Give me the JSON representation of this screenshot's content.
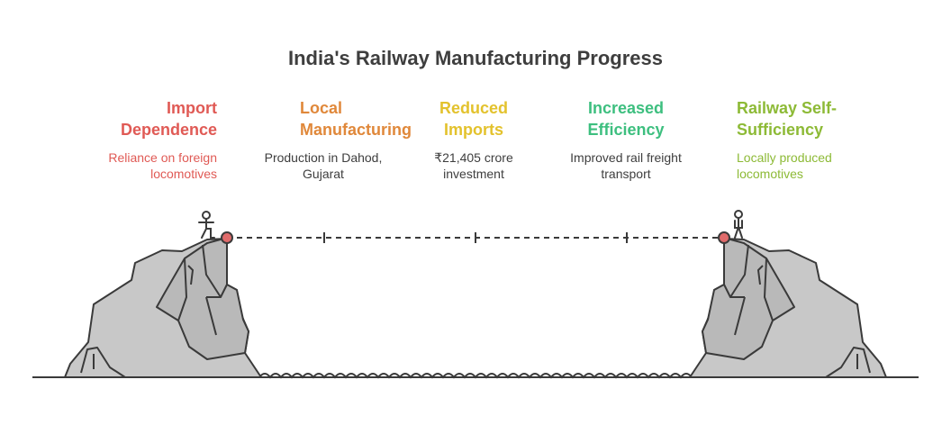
{
  "title": "India's Railway Manufacturing Progress",
  "stages": [
    {
      "heading": "Import Dependence",
      "description": "Reliance on foreign locomotives",
      "color": "#e05a55"
    },
    {
      "heading": "Local Manufacturing",
      "description": "Production in Dahod, Gujarat",
      "color": "#e0883a"
    },
    {
      "heading": "Reduced Imports",
      "description": "₹21,405 crore investment",
      "color": "#e3c22d"
    },
    {
      "heading": "Increased Efficiency",
      "description": "Improved rail freight transport",
      "color": "#3dbf7f"
    },
    {
      "heading": "Railway Self-Sufficiency",
      "description": "Locally produced locomotives",
      "color": "#8dba36"
    }
  ],
  "colors": {
    "title": "#3e3e3e",
    "description_neutral": "#3e3e3e",
    "rock_fill": "#c8c8c8",
    "outline": "#3a3a3a",
    "marker": "#e06b6b"
  }
}
